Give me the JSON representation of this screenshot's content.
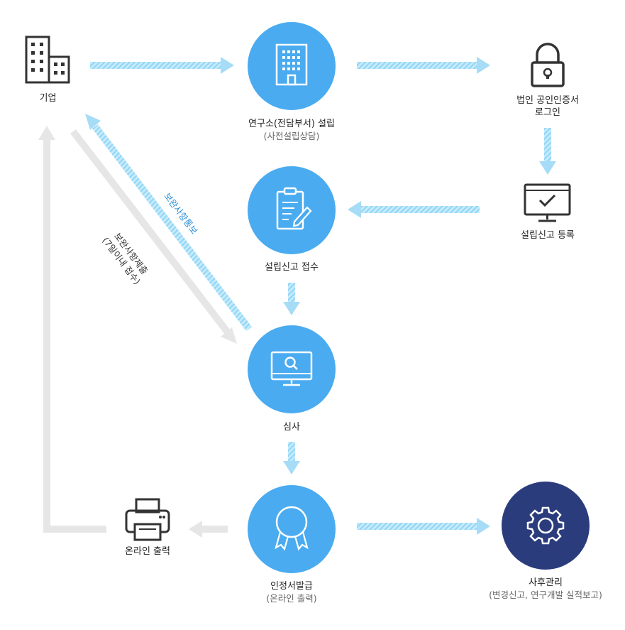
{
  "nodes": {
    "company": {
      "label": "기업"
    },
    "lab_setup": {
      "label": "연구소(전담부서) 설립",
      "sub": "(사전설립상담)"
    },
    "cert_login": {
      "label_line1": "법인 공인인증서",
      "label_line2": "로그인"
    },
    "report_register": {
      "label": "설립신고 등록"
    },
    "report_receipt": {
      "label": "설립신고 접수"
    },
    "review": {
      "label": "심사"
    },
    "cert_issue": {
      "label": "인정서발급",
      "sub": "(온라인 출력)"
    },
    "online_print": {
      "label": "온라인 출력"
    },
    "aftercare": {
      "label": "사후관리",
      "sub": "(변경신고, 연구개발 실적보고)"
    }
  },
  "edge_labels": {
    "supplement_notice": "보완사항통보",
    "supplement_submit": "보완사항제출",
    "supplement_submit_sub": "(7일이내 접수)"
  },
  "colors": {
    "circle": "#4aabf0",
    "circle_dark": "#2a3c7c",
    "arrow_blue": "#a7dcf7",
    "arrow_gray": "#e6e6e6",
    "icon_dark": "#333333",
    "notice_text": "#2c8fd6"
  }
}
